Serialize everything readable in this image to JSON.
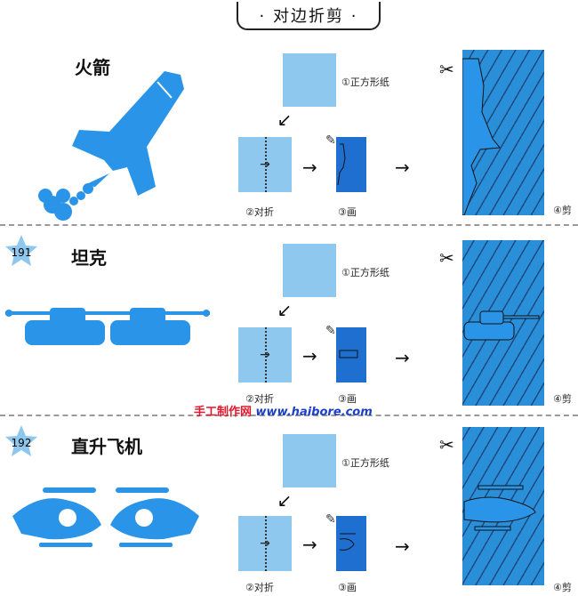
{
  "header": {
    "title": "· 对边折剪 ·"
  },
  "watermark": {
    "part1": "手工制作网",
    "part2": "www.haibore.com"
  },
  "steps": {
    "square": "①正方形纸",
    "fold": "②对折",
    "draw": "③画",
    "cut": "④剪"
  },
  "sections": [
    {
      "title": "火箭",
      "number": ""
    },
    {
      "title": "坦克",
      "number": "191"
    },
    {
      "title": "直升飞机",
      "number": "192"
    }
  ],
  "colors": {
    "paper": "#8ec8ee",
    "cutout": "#2a95e8",
    "folded": "#1f6fd0",
    "stripes": "#1b3d6e"
  }
}
